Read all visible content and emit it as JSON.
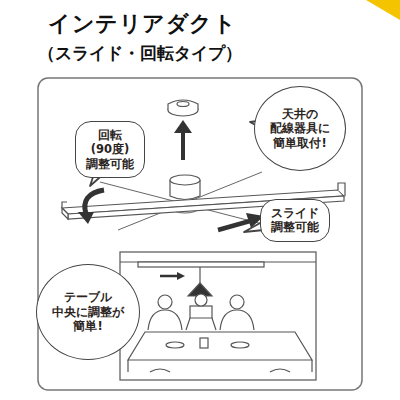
{
  "diagram": {
    "title": "インテリアダクト",
    "nodes": [
      {
        "text": [
          "天井の 配線器具に 簡単取付!"
        ]
      },
      {
        "text": [
          "回転(90度) 調整可能"
        ]
      },
      {
        "text": [
          "スライド 調整可能"
        ]
      },
      {
        "text": [
          "テーブル 中央に調整が 簡単!"
        ]
      }
    ],
    "labels": [
      "（スライド・回転タイプ）"
    ]
  }
}
